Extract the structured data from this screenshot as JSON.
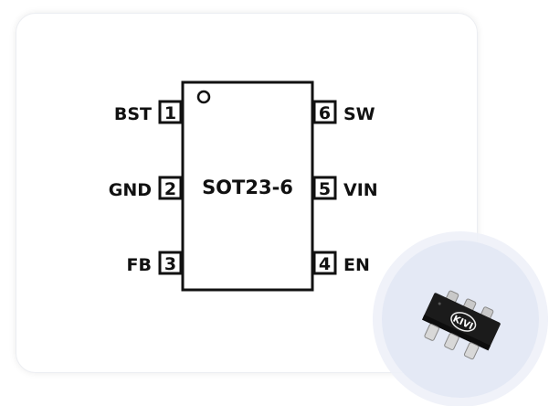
{
  "package": "SOT23-6",
  "pins_left": [
    {
      "number": "1",
      "name": "BST"
    },
    {
      "number": "2",
      "name": "GND"
    },
    {
      "number": "3",
      "name": "FB"
    }
  ],
  "pins_right": [
    {
      "number": "6",
      "name": "SW"
    },
    {
      "number": "5",
      "name": "VIN"
    },
    {
      "number": "4",
      "name": "EN"
    }
  ],
  "chip_photo": {
    "logo_text": "KIVI",
    "badge_color": "#e4e9f5"
  }
}
